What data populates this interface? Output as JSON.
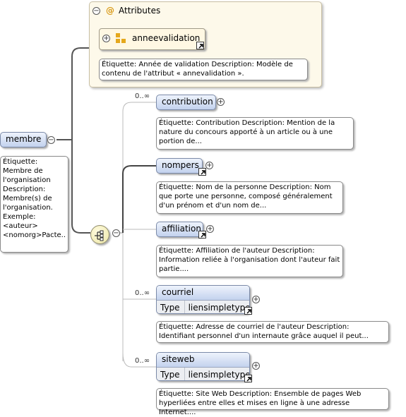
{
  "attributes": {
    "title": "Attributes",
    "at_symbol": "@",
    "item": {
      "name": "anneevalidation",
      "annotation": "Étiquette: Année de validation Description: Modèle de contenu de l'attribut « annevalidation »."
    }
  },
  "root": {
    "name": "membre",
    "annotation": "Étiquette: Membre de l'organisation Description: Membre(s) de l'organisation. Exemple: <auteur><nomorg>Pacte.."
  },
  "children": [
    {
      "name": "contribution",
      "cardinality": "0..∞",
      "annotation": "Étiquette: Contribution Description: Mention de la nature du concours apporté à un article ou à une portion de..."
    },
    {
      "name": "nompers",
      "cardinality": "",
      "annotation": "Étiquette: Nom de la personne Description: Nom que porte une personne, composé généralement d'un prénom et d'un nom de..."
    },
    {
      "name": "affiliation",
      "cardinality": "",
      "annotation": "Étiquette: Affiliation de l'auteur Description: Information reliée à l'organisation dont l'auteur fait partie...."
    },
    {
      "name": "courriel",
      "cardinality": "0..∞",
      "type_label": "Type",
      "type_value": "liensimpletype",
      "annotation": "Étiquette: Adresse de courriel de l'auteur Description: Identifiant personnel d'un internaute grâce auquel il peut..."
    },
    {
      "name": "siteweb",
      "cardinality": "0..∞",
      "type_label": "Type",
      "type_value": "liensimpletype",
      "annotation": "Étiquette: Site Web Description: Ensemble de pages Web hyperliées entre elles et mises en ligne à une adresse Internet...."
    }
  ],
  "icons": {
    "collapse": "⊖",
    "expand": "⊕",
    "link": "↗"
  },
  "colors": {
    "attribute_bg": "#fdf9ea",
    "element_gradient_top": "#eef3fc",
    "element_gradient_bottom": "#c3d2ee",
    "attribute_icon": "#e5a81c",
    "sequence_fill": "#ede7a6"
  }
}
